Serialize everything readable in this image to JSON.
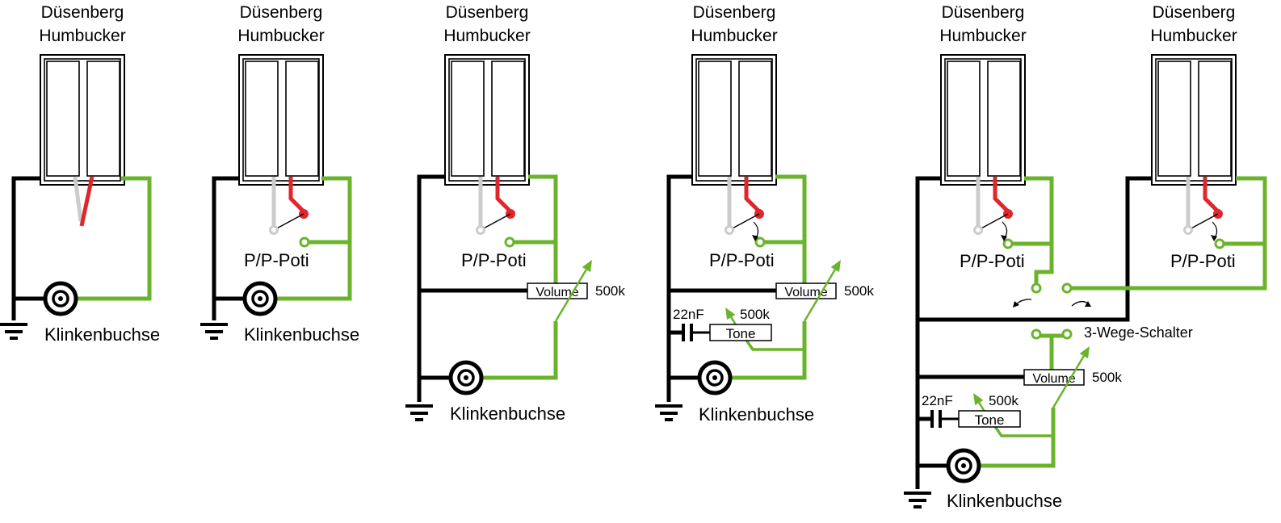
{
  "labels": {
    "pickup_line1": "Düsenberg",
    "pickup_line2": "Humbucker",
    "pp_poti": "P/P-Poti",
    "jack": "Klinkenbuchse",
    "volume": "Volume",
    "volume_value": "500k",
    "tone": "Tone",
    "tone_value": "500k",
    "capacitor": "22nF",
    "switch": "3-Wege-Schalter"
  },
  "colors": {
    "ground_wire": "#000000",
    "hot_wire": "#6ab42c",
    "red_wire": "#e0262a",
    "grey_wire": "#cccccc"
  }
}
